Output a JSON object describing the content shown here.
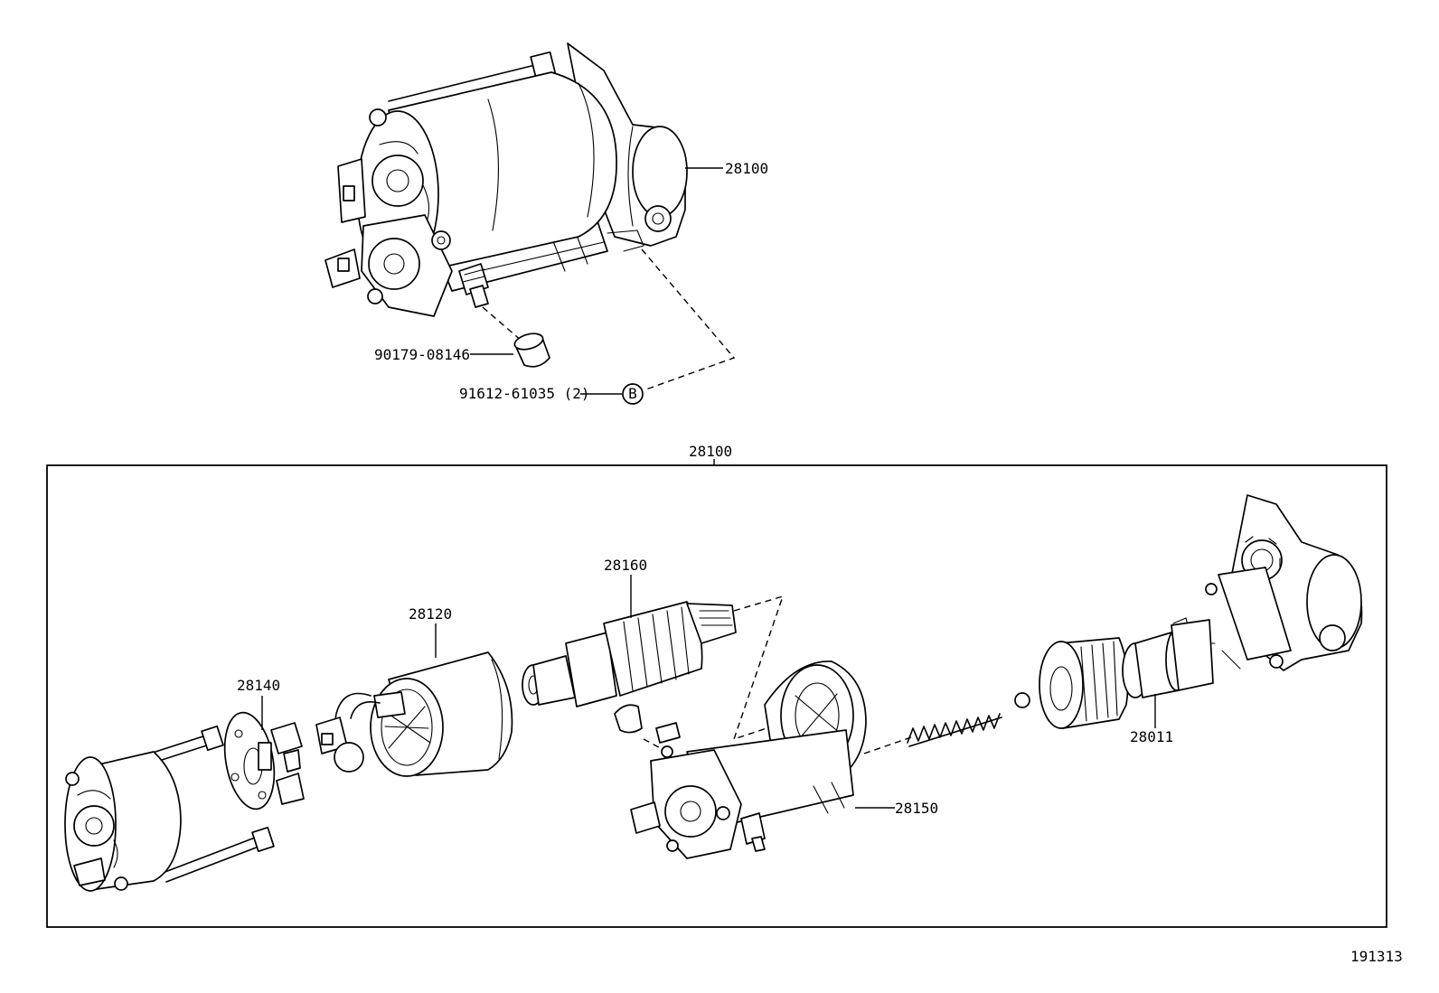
{
  "callouts": {
    "starter_assy_top": "28100",
    "cap": "90179-08146",
    "bolt": "91612-61035 (2)",
    "ref_b": "B",
    "starter_assy_box": "28100",
    "armature": "28160",
    "yoke": "28120",
    "brush_holder": "28140",
    "clutch": "28011",
    "switch": "28150"
  },
  "figure_id": "191313"
}
